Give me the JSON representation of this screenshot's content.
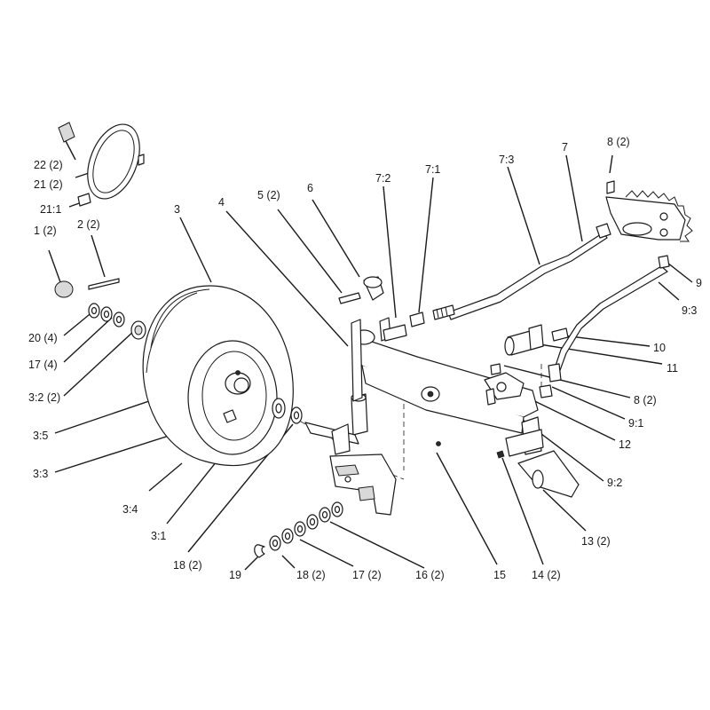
{
  "diagram": {
    "callouts": [
      {
        "id": "c-22",
        "text": "22 (2)"
      },
      {
        "id": "c-21",
        "text": "21 (2)"
      },
      {
        "id": "c-21-1",
        "text": "21:1"
      },
      {
        "id": "c-1",
        "text": "1 (2)"
      },
      {
        "id": "c-2",
        "text": "2 (2)"
      },
      {
        "id": "c-3",
        "text": "3"
      },
      {
        "id": "c-4",
        "text": "4"
      },
      {
        "id": "c-5",
        "text": "5 (2)"
      },
      {
        "id": "c-6",
        "text": "6"
      },
      {
        "id": "c-7-2",
        "text": "7:2"
      },
      {
        "id": "c-7-1",
        "text": "7:1"
      },
      {
        "id": "c-7-3",
        "text": "7:3"
      },
      {
        "id": "c-7",
        "text": "7"
      },
      {
        "id": "c-8-top",
        "text": "8 (2)"
      },
      {
        "id": "c-9",
        "text": "9"
      },
      {
        "id": "c-9-3",
        "text": "9:3"
      },
      {
        "id": "c-10",
        "text": "10"
      },
      {
        "id": "c-11",
        "text": "11"
      },
      {
        "id": "c-8-mid",
        "text": "8 (2)"
      },
      {
        "id": "c-9-1",
        "text": "9:1"
      },
      {
        "id": "c-12",
        "text": "12"
      },
      {
        "id": "c-9-2",
        "text": "9:2"
      },
      {
        "id": "c-20",
        "text": "20 (4)"
      },
      {
        "id": "c-17-left",
        "text": "17 (4)"
      },
      {
        "id": "c-3-2",
        "text": "3:2 (2)"
      },
      {
        "id": "c-3-5",
        "text": "3:5"
      },
      {
        "id": "c-3-3",
        "text": "3:3"
      },
      {
        "id": "c-3-4",
        "text": "3:4"
      },
      {
        "id": "c-3-1",
        "text": "3:1"
      },
      {
        "id": "c-18-left",
        "text": "18 (2)"
      },
      {
        "id": "c-15",
        "text": "15"
      },
      {
        "id": "c-13",
        "text": "13 (2)"
      },
      {
        "id": "c-14",
        "text": "14 (2)"
      },
      {
        "id": "c-19",
        "text": "19"
      },
      {
        "id": "c-18-bottom",
        "text": "18 (2)"
      },
      {
        "id": "c-17-bottom",
        "text": "17 (2)"
      },
      {
        "id": "c-16",
        "text": "16 (2)"
      }
    ]
  }
}
